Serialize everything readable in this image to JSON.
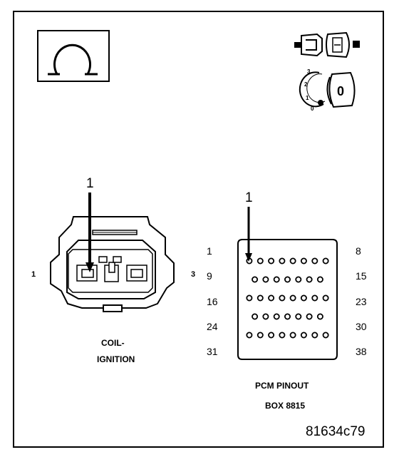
{
  "ohm_symbol": "ohmmeter-icon",
  "key_icons": [
    "connector-disconnect-icon",
    "ignition-key-off-icon"
  ],
  "ignition_positions": [
    "3",
    "2",
    "1",
    "0"
  ],
  "key_label": "0",
  "coil": {
    "callout": "1",
    "left_pin": "1",
    "right_pin": "3",
    "caption_line1": "COIL-",
    "caption_line2": "IGNITION"
  },
  "pcm": {
    "callout": "1",
    "left_pins": [
      "1",
      "9",
      "16",
      "24",
      "31"
    ],
    "right_pins": [
      "8",
      "15",
      "23",
      "30",
      "38"
    ],
    "row_pin_counts": [
      8,
      7,
      8,
      7,
      8
    ],
    "caption_line1": "PCM PINOUT",
    "caption_line2": "BOX 8815"
  },
  "figure_id": "81634c79"
}
